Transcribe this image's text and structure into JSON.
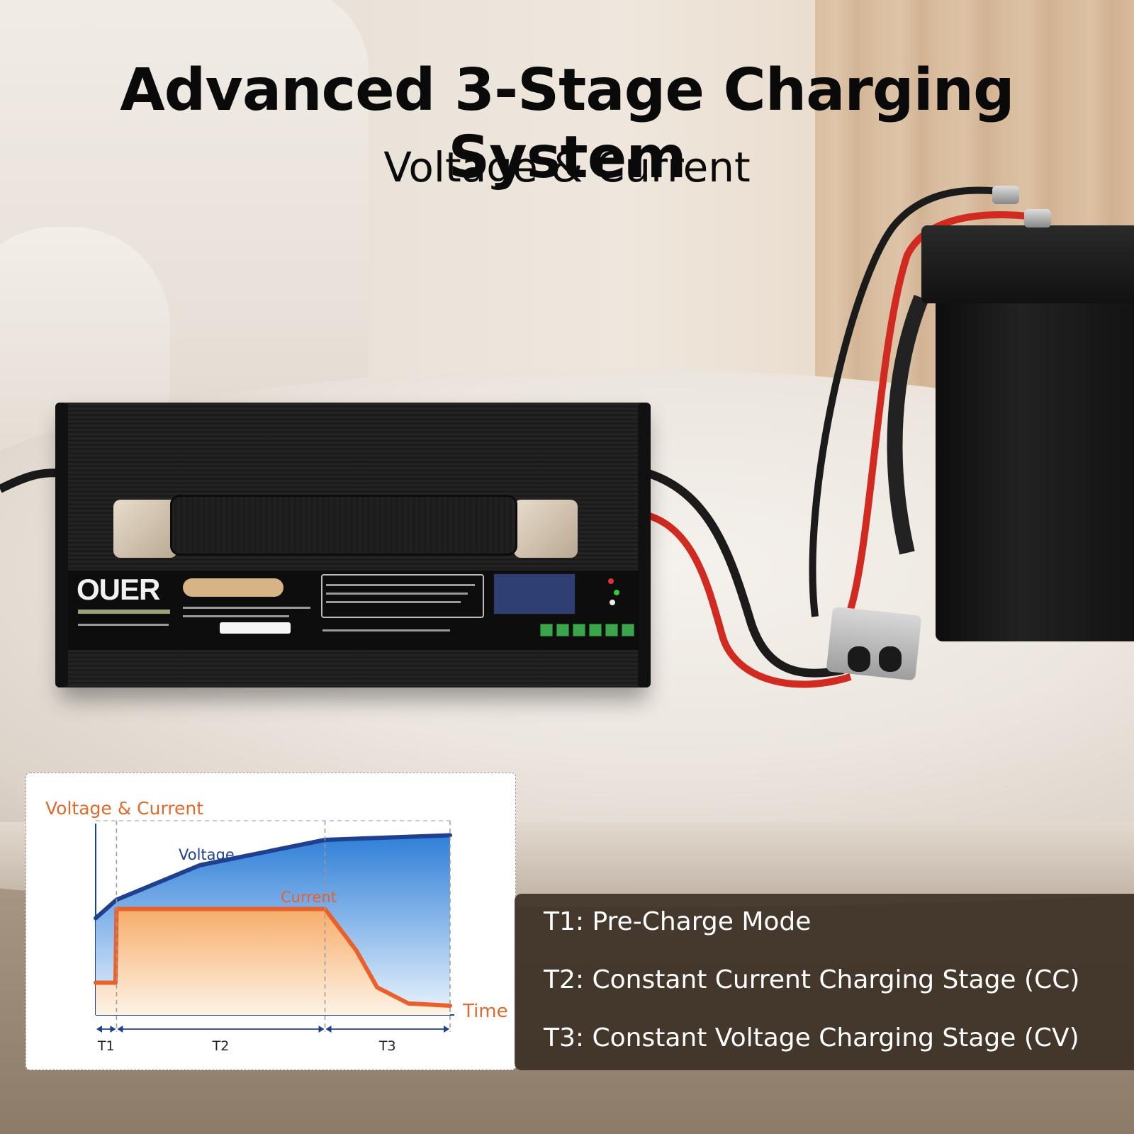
{
  "title": "Advanced 3-Stage Charging System",
  "subtitle": "Voltage & Current",
  "product": {
    "brand": "OUER"
  },
  "chart_data": {
    "type": "line",
    "title": "",
    "ylabel": "Voltage & Current",
    "xlabel": "Time",
    "stage_labels": [
      "T1",
      "T2",
      "T3"
    ],
    "stage_bounds": [
      0,
      1,
      11,
      17
    ],
    "series": [
      {
        "name": "Voltage",
        "color": "#1f3f8f",
        "fill": "#2f93e0",
        "x": [
          0,
          1,
          5,
          11,
          17
        ],
        "y": [
          0.42,
          0.5,
          0.65,
          0.76,
          0.78
        ]
      },
      {
        "name": "Current",
        "color": "#ea5f2a",
        "fill": "#f6b877",
        "x": [
          0,
          0.95,
          1,
          11,
          12.5,
          13.5,
          15,
          17
        ],
        "y": [
          0.14,
          0.14,
          0.46,
          0.46,
          0.28,
          0.12,
          0.05,
          0.04
        ]
      }
    ],
    "ylim": [
      0,
      0.8
    ],
    "xlim": [
      0,
      17
    ],
    "grid": false
  },
  "stages": [
    "T1: Pre-Charge Mode",
    "T2: Constant Current Charging Stage (CC)",
    "T3: Constant Voltage Charging Stage (CV)"
  ]
}
